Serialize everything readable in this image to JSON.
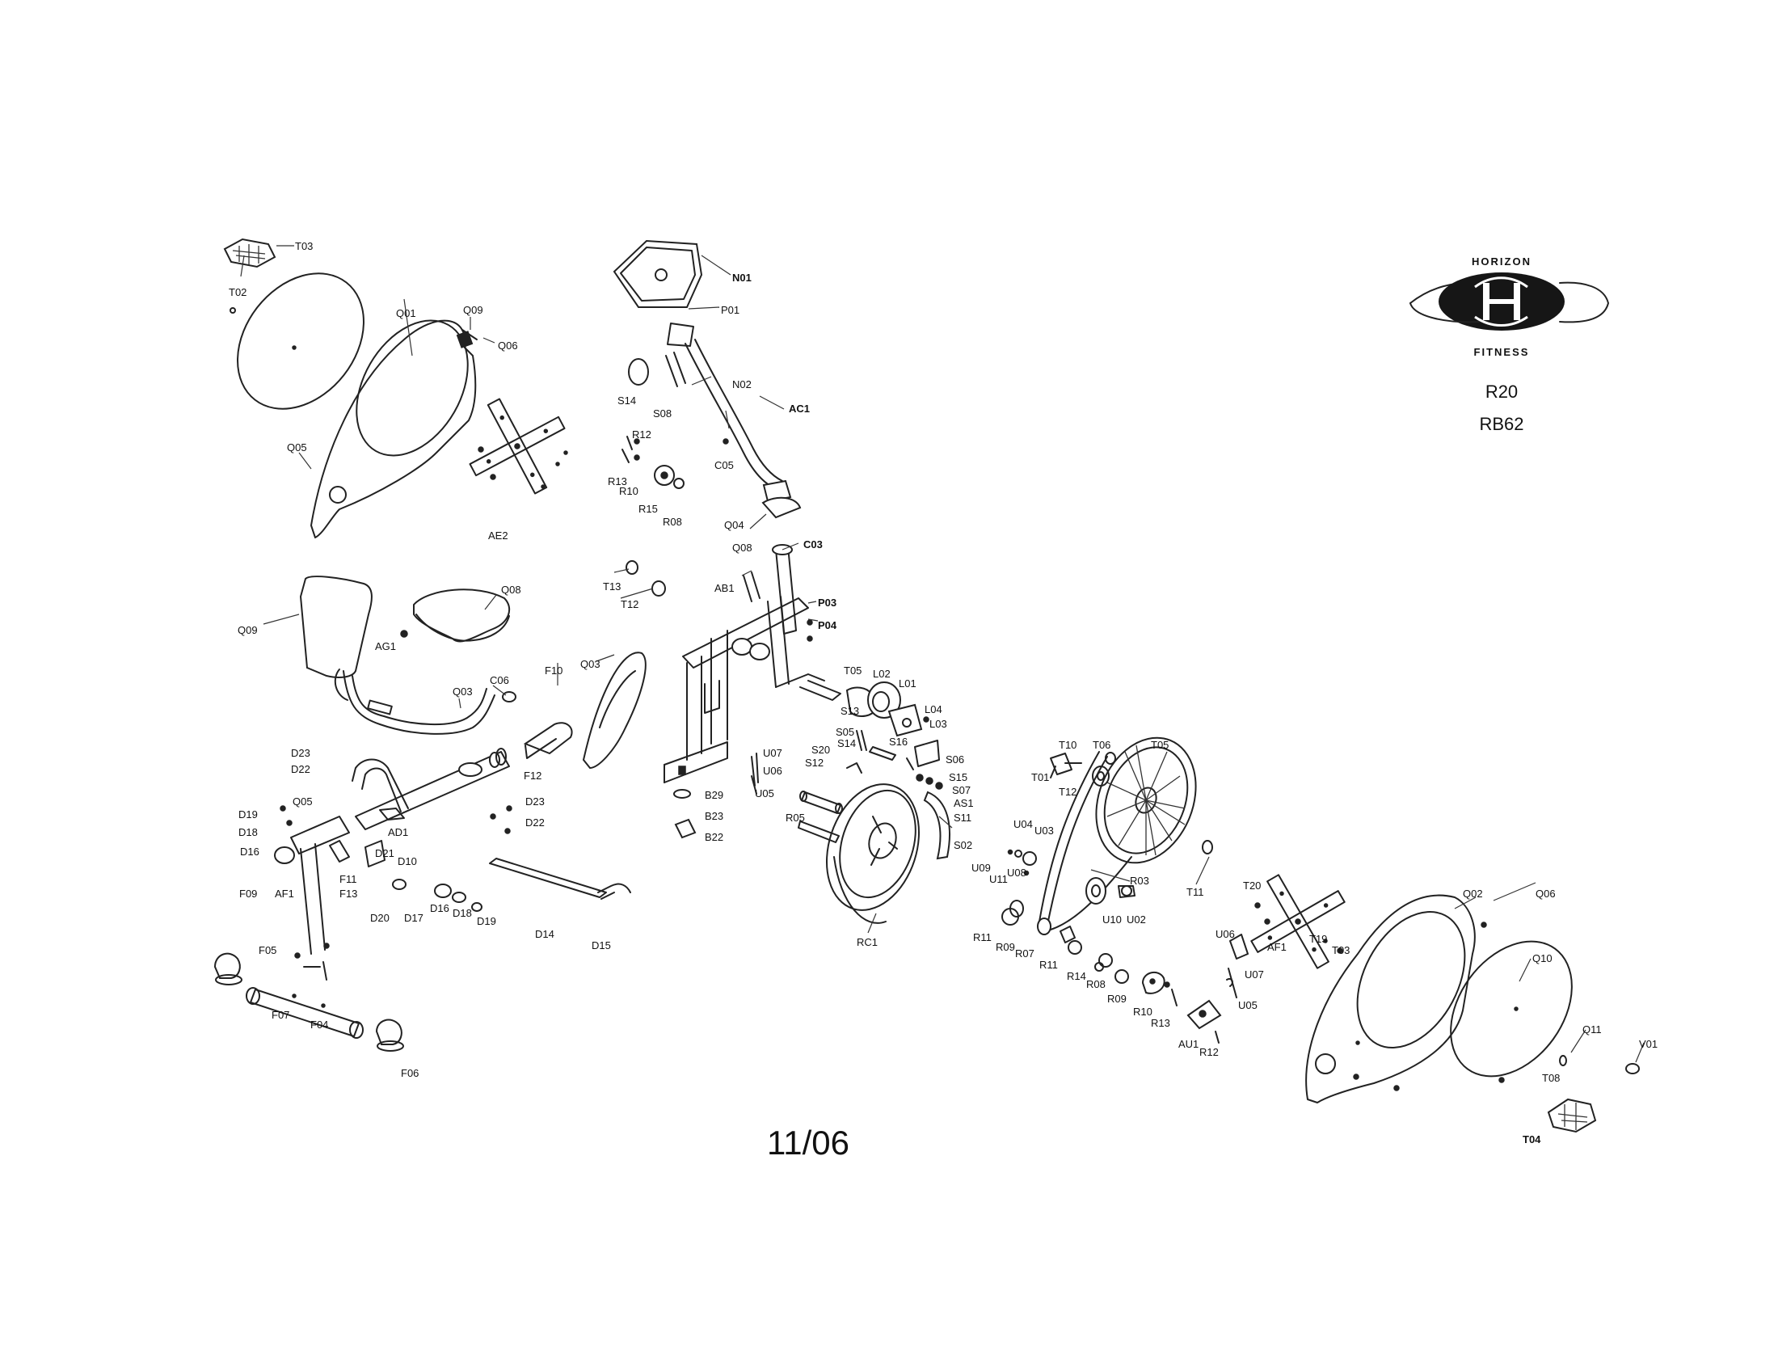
{
  "brand": {
    "top_text": "HORIZON",
    "bottom_text": "FITNESS",
    "models": [
      "R20",
      "RB62"
    ]
  },
  "footer": {
    "date_code": "11/06"
  },
  "callouts": [
    "T03",
    "T02",
    "Q01",
    "Q09",
    "Q06",
    "Q05",
    "AE2",
    "N01",
    "P01",
    "S14",
    "S08",
    "N02",
    "AC1",
    "R12",
    "R13",
    "R10",
    "R15",
    "R08",
    "C05",
    "Q04",
    "Q08",
    "C03",
    "AB1",
    "P03",
    "P04",
    "T13",
    "T12",
    "Q09",
    "Q08",
    "AG1",
    "Q03",
    "C06",
    "F10",
    "Q03",
    "D23",
    "D22",
    "D19",
    "D18",
    "D16",
    "Q05",
    "F09",
    "AF1",
    "AD1",
    "D21",
    "D10",
    "F11",
    "F13",
    "D20",
    "D17",
    "D16",
    "D18",
    "D19",
    "F12",
    "D23",
    "D22",
    "D14",
    "D15",
    "F05",
    "F07",
    "F04",
    "F06",
    "B29",
    "B23",
    "B22",
    "U07",
    "U06",
    "U05",
    "R05",
    "RC1",
    "S13",
    "S05",
    "S14",
    "S20",
    "S12",
    "S16",
    "S06",
    "S15",
    "S07",
    "AS1",
    "S11",
    "S02",
    "T05",
    "L02",
    "L01",
    "L04",
    "L03",
    "T10",
    "T06",
    "T01",
    "T12",
    "T05",
    "U04",
    "U03",
    "U09",
    "U11",
    "U08",
    "R03",
    "T11",
    "U10",
    "U02",
    "R11",
    "R09",
    "R07",
    "R11",
    "R14",
    "R08",
    "R09",
    "R10",
    "R13",
    "U06",
    "U07",
    "U05",
    "AU1",
    "R12",
    "T20",
    "AF1",
    "T19",
    "T03",
    "Q02",
    "Q06",
    "Q10",
    "Q11",
    "V01",
    "T08",
    "T04"
  ]
}
